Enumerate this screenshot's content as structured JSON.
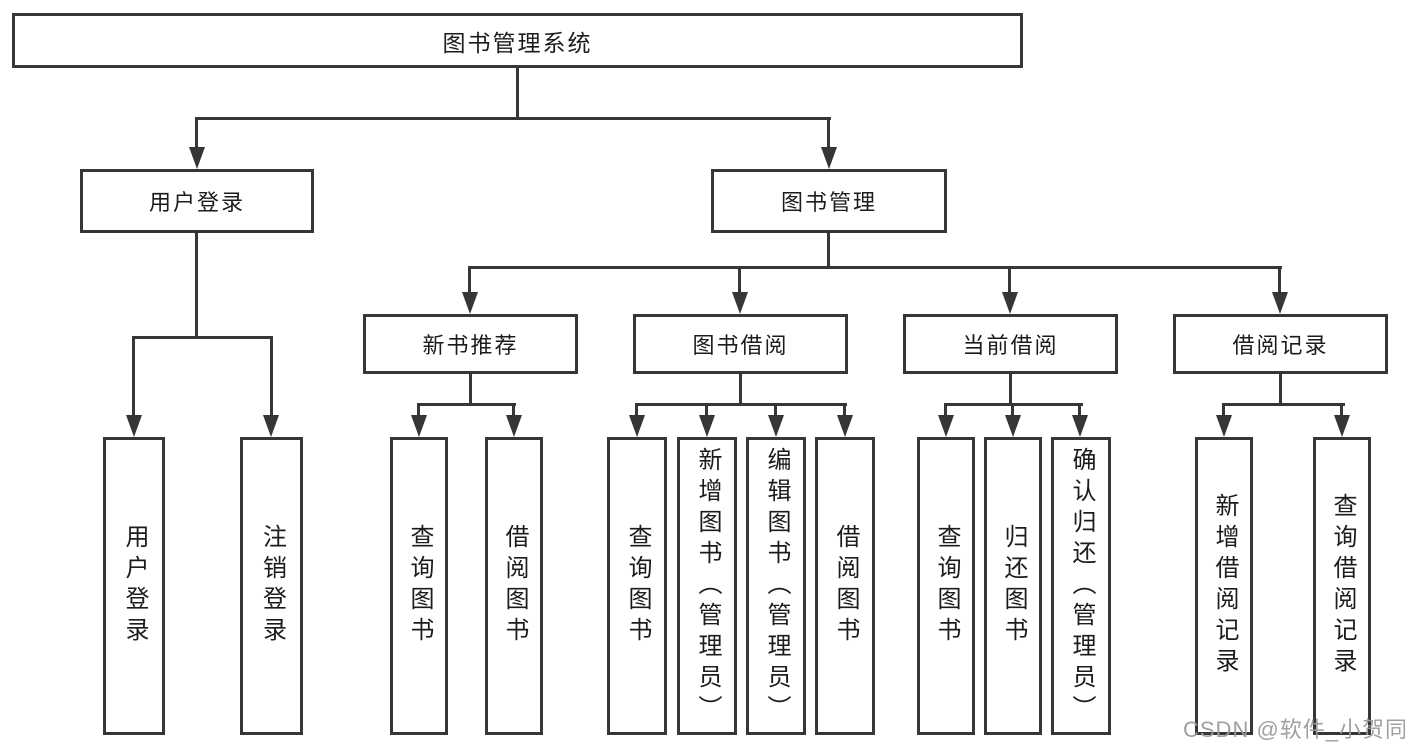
{
  "nodes": {
    "root": "图书管理系统",
    "level2": [
      "用户登录",
      "图书管理"
    ],
    "level3": [
      "新书推荐",
      "图书借阅",
      "当前借阅",
      "借阅记录"
    ],
    "leaves": {
      "login": [
        "用户登录",
        "注销登录"
      ],
      "recommend": [
        "查询图书",
        "借阅图书"
      ],
      "borrow": [
        "查询图书",
        "新增图书（管理员）",
        "编辑图书（管理员）",
        "借阅图书"
      ],
      "current": [
        "查询图书",
        "归还图书",
        "确认归还（管理员）"
      ],
      "record": [
        "新增借阅记录",
        "查询借阅记录"
      ]
    }
  },
  "watermark": {
    "text": "CSDN @软件_小贺同学"
  },
  "colors": {
    "line": "#363636",
    "text": "#1c1c1c",
    "background": "#ffffff",
    "watermark": "#9b9b9b"
  }
}
